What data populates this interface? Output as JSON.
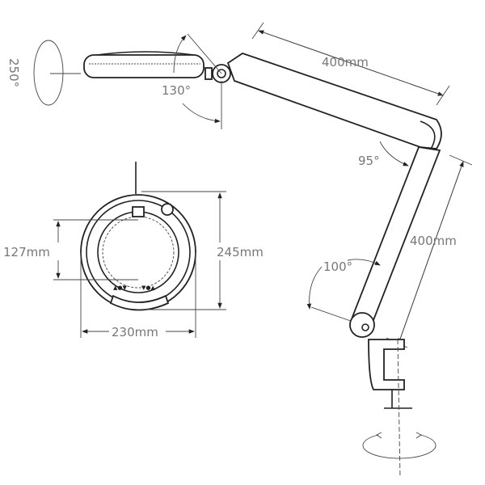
{
  "dimensions": {
    "head_rotation": "250°",
    "head_tilt": "130°",
    "upper_arm_length": "400mm",
    "elbow_angle": "95°",
    "lower_arm_length": "400mm",
    "base_angle": "100°",
    "lens_diameter": "127mm",
    "head_height": "245mm",
    "head_width": "230mm"
  },
  "lens_controls": [
    "▲●▼",
    "▼●▲"
  ]
}
